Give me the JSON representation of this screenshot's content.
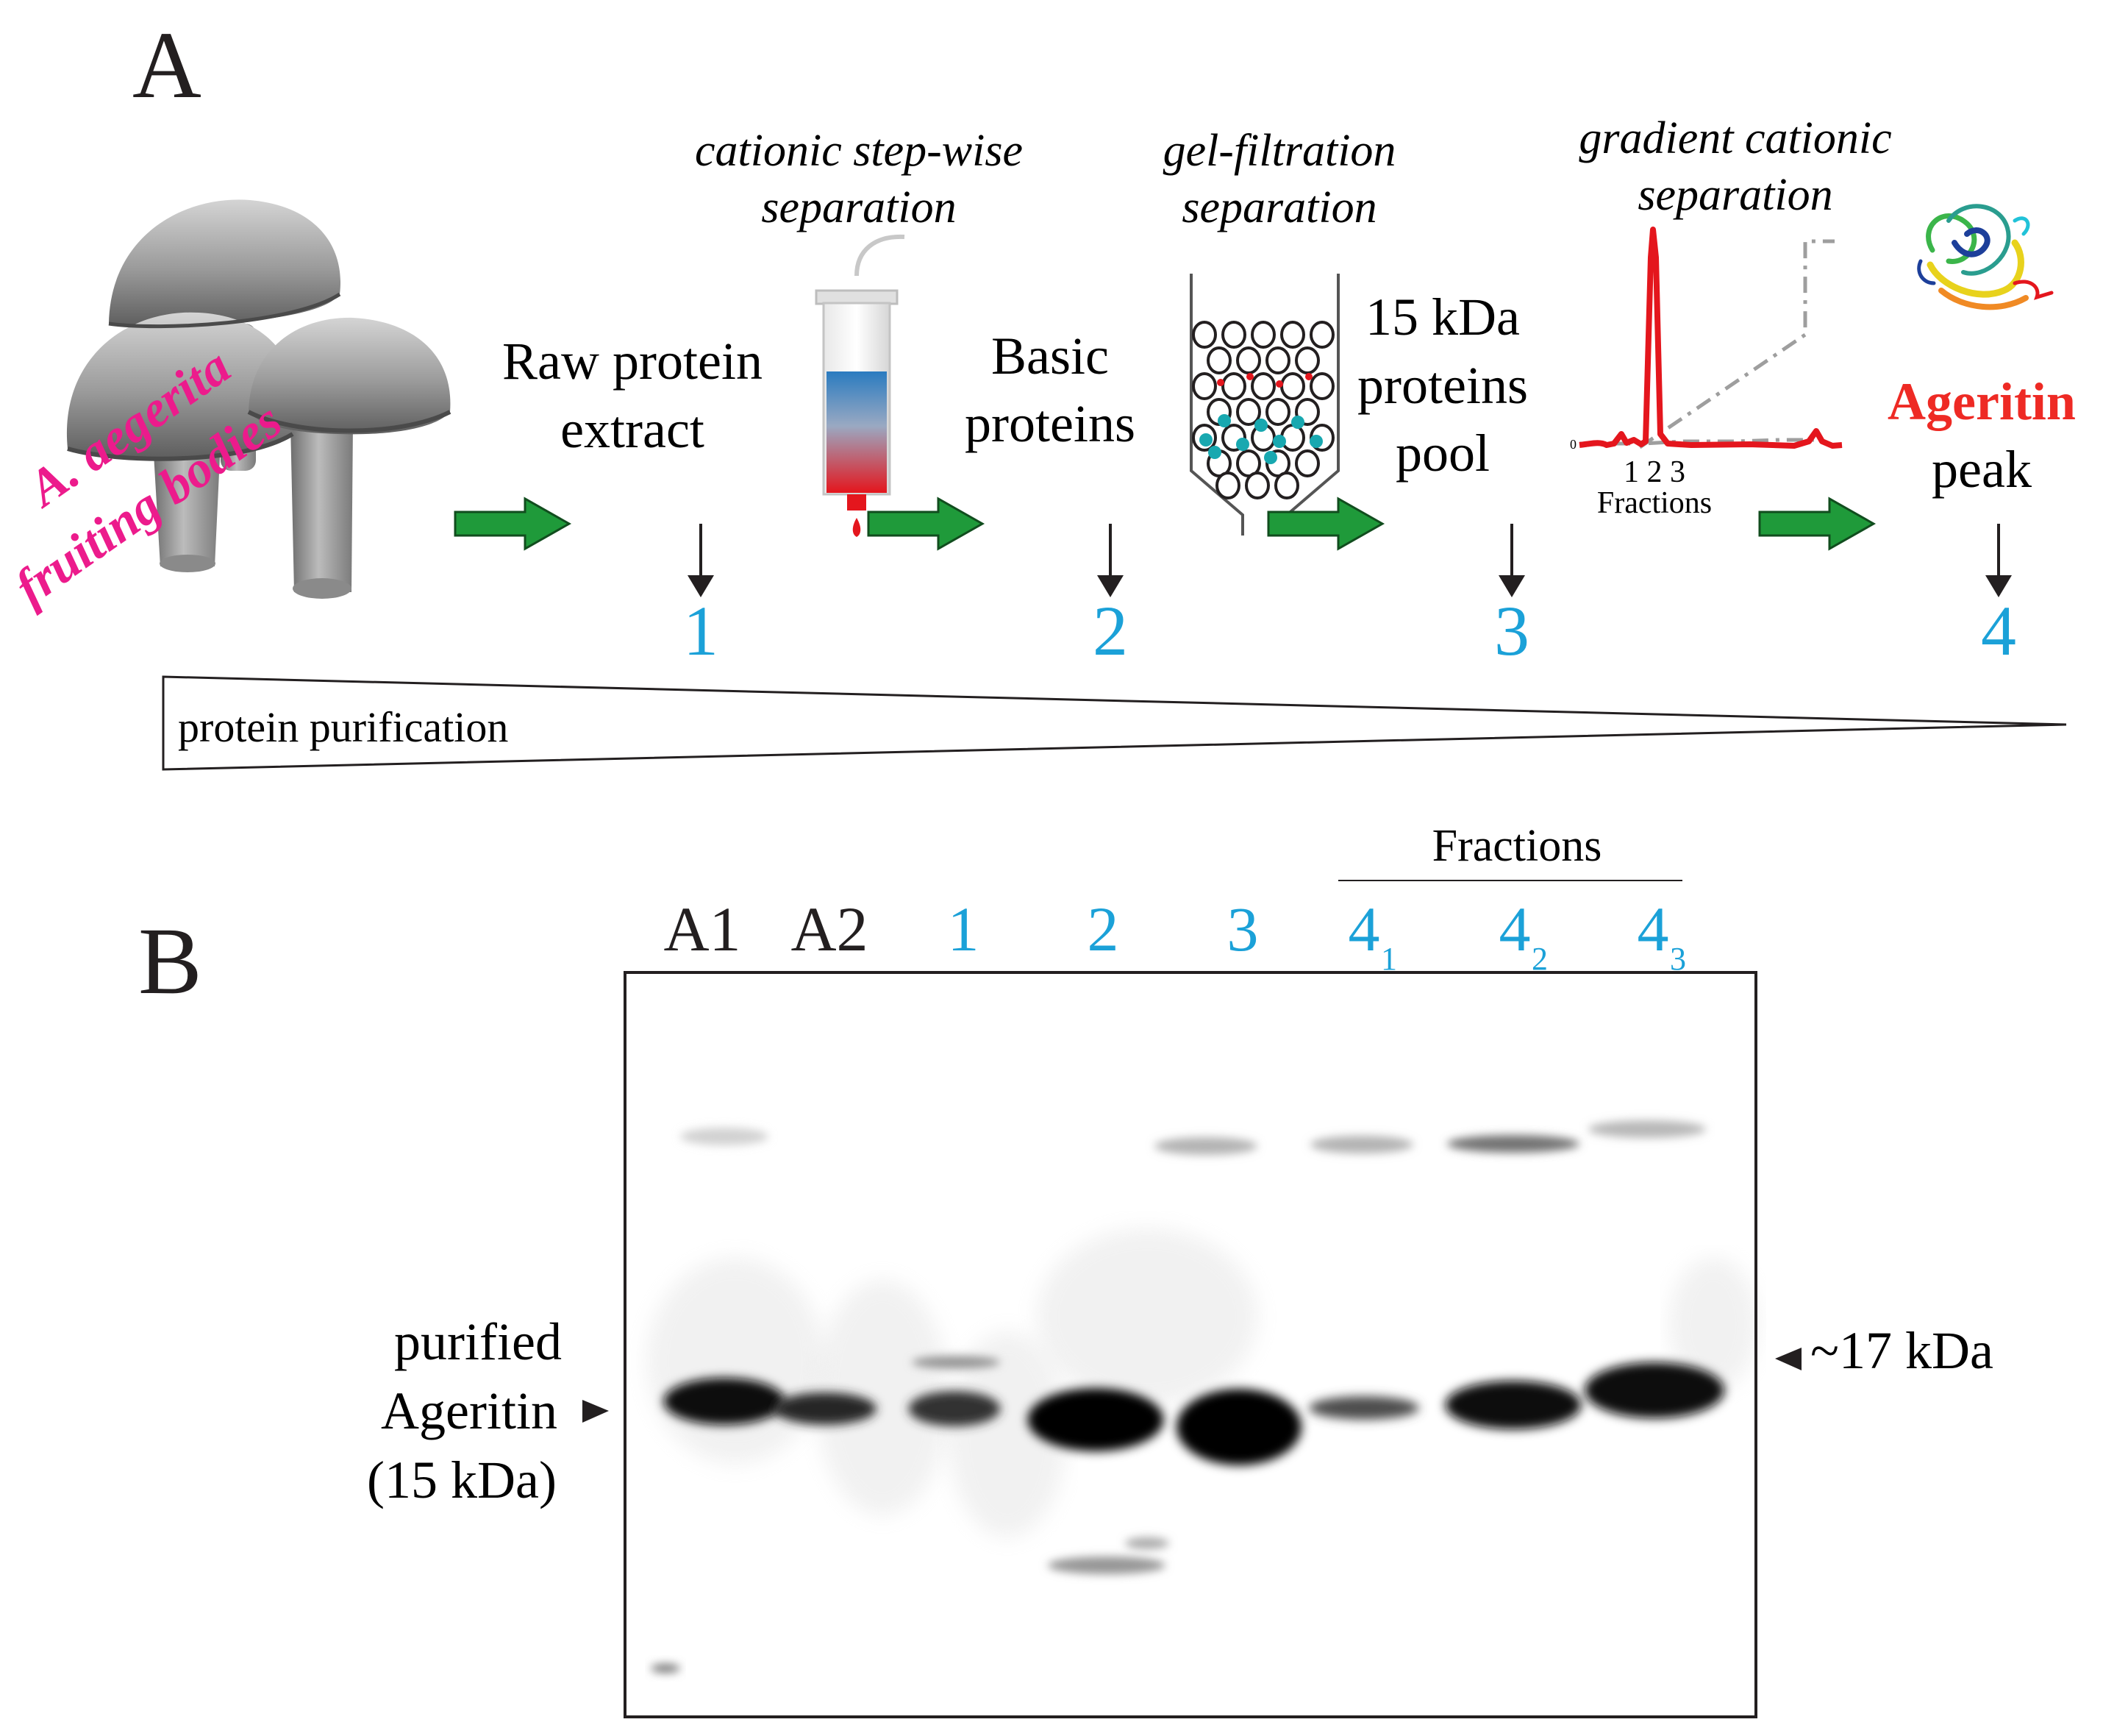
{
  "panel_a": {
    "label": "A",
    "source_label": "A. aegerita fruiting bodies",
    "source_line1": "A. aegerita",
    "source_line2": "fruiting bodies",
    "methods": {
      "cationic_line1": "cationic step-wise",
      "cationic_line2": "separation",
      "gel_line1": "gel-filtration",
      "gel_line2": "separation",
      "gradient_line1": "gradient cationic",
      "gradient_line2": "separation"
    },
    "stages": {
      "raw_line1": "Raw protein",
      "raw_line2": "extract",
      "basic_line1": "Basic",
      "basic_line2": "proteins",
      "pool_line1": "15 kDa",
      "pool_line2": "proteins",
      "pool_line3": "pool",
      "ageritin": "Ageritin",
      "peak": "peak"
    },
    "step_numbers": [
      "1",
      "2",
      "3",
      "4"
    ],
    "chromatogram": {
      "zero": "0",
      "fraction_numbers": "1 2 3",
      "xlabel": "Fractions"
    },
    "purification_label": "protein purification"
  },
  "panel_b": {
    "label": "B",
    "fractions_header": "Fractions",
    "lanes": [
      {
        "label": "A1",
        "sub": "",
        "color": "#231f20"
      },
      {
        "label": "A2",
        "sub": "",
        "color": "#231f20"
      },
      {
        "label": "1",
        "sub": "",
        "color": "#1ba1d8"
      },
      {
        "label": "2",
        "sub": "",
        "color": "#1ba1d8"
      },
      {
        "label": "3",
        "sub": "",
        "color": "#1ba1d8"
      },
      {
        "label": "4",
        "sub": "1",
        "color": "#1ba1d8"
      },
      {
        "label": "4",
        "sub": "2",
        "color": "#1ba1d8"
      },
      {
        "label": "4",
        "sub": "3",
        "color": "#1ba1d8"
      }
    ],
    "band_intensity": [
      0.95,
      0.85,
      0.8,
      1.0,
      1.0,
      0.7,
      0.95,
      0.95
    ],
    "left_line1": "purified",
    "left_line2": "Ageritin",
    "left_line3": "(15 kDa)",
    "right_marker": "~17 kDa"
  },
  "colors": {
    "step_number": "#1ba1d8",
    "arrow_green": "#1f9a3a",
    "ageritin_red": "#ee2a24",
    "source_magenta": "#ec1b8c",
    "text": "#231f20"
  }
}
